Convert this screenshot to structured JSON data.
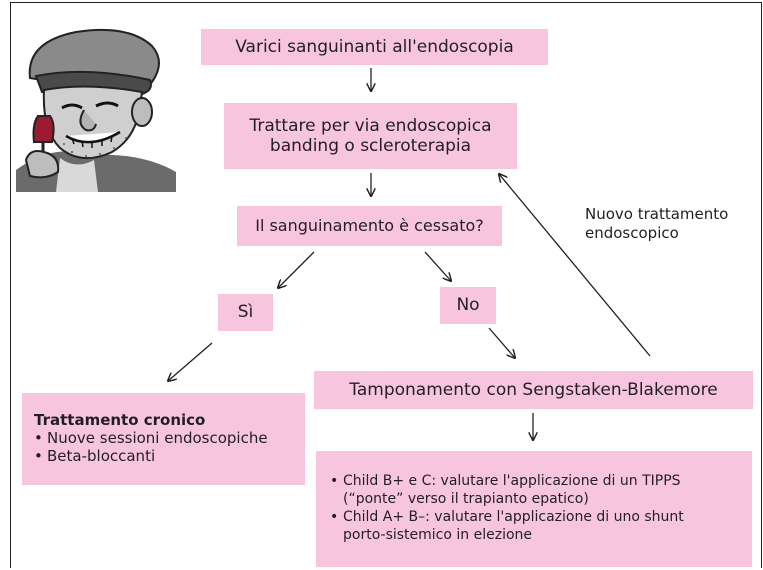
{
  "nodes": {
    "start": "Varici sanguinanti all'endoscopia",
    "treat_line1": "Trattare per via endoscopica",
    "treat_line2": "banding o scleroterapia",
    "question": "Il sanguinamento è cessato?",
    "yes": "Sì",
    "no": "No",
    "new_treatment_line1": "Nuovo trattamento",
    "new_treatment_line2": "endoscopico",
    "tamponade": "Tamponamento con Sengstaken-Blakemore",
    "chronic_title": "Trattamento cronico",
    "chronic_items": [
      "Nuove sessioni endoscopiche",
      "Beta-bloccanti"
    ],
    "child_b_line1": "Child B+ e C: valutare l'applicazione di un TIPPS",
    "child_b_line2": "(“ponte” verso il trapianto epatico)",
    "child_a_line1": "Child A+ B–: valutare l'applicazione di uno shunt",
    "child_a_line2": "porto-sistemico in elezione"
  },
  "colors": {
    "box_fill": "#f7c6de",
    "line": "#231f20"
  },
  "icons": {
    "mascot": "cartoon-man-with-wine-glass"
  }
}
